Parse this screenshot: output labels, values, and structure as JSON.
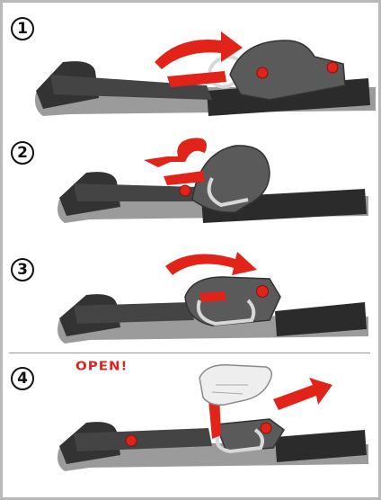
{
  "steps": [
    {
      "number": "1"
    },
    {
      "number": "2"
    },
    {
      "number": "3"
    },
    {
      "number": "4",
      "callout": "OPEN!"
    }
  ],
  "colors": {
    "strap_dark": "#333333",
    "strap_mid": "#5a5a5a",
    "pad_light": "#9b9b9b",
    "accent_red": "#e2231a",
    "buckle_silver": "#d8d8d8",
    "frame_gray": "#b9b9b9"
  },
  "icons": [
    "red-motion-arrow-icon",
    "metal-buckle-icon",
    "red-rivet-icon",
    "gloved-hand-icon"
  ]
}
